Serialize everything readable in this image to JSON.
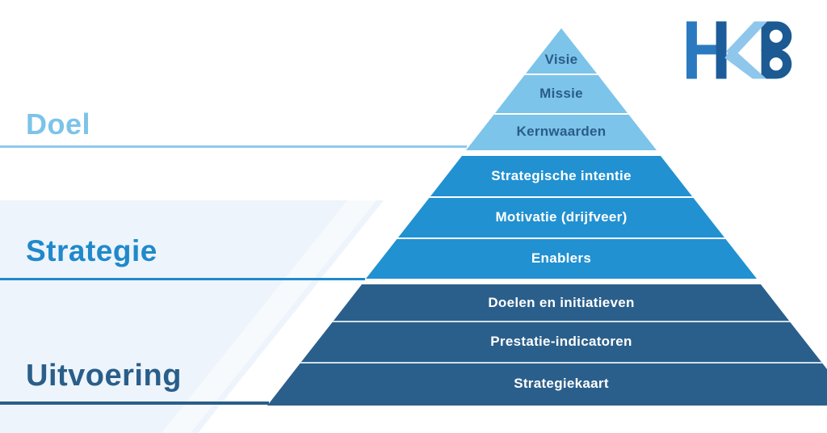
{
  "diagram": {
    "kind": "strategy-pyramid",
    "levels": [
      {
        "label": "Doel",
        "rows": [
          {
            "label": "Visie"
          },
          {
            "label": "Missie"
          },
          {
            "label": "Kernwaarden"
          }
        ]
      },
      {
        "label": "Strategie",
        "rows": [
          {
            "label": "Strategische intentie"
          },
          {
            "label": "Motivatie (drijfveer)"
          },
          {
            "label": "Enablers"
          }
        ]
      },
      {
        "label": "Uitvoering",
        "rows": [
          {
            "label": "Doelen en initiatieven"
          },
          {
            "label": "Prestatie-indicatoren"
          },
          {
            "label": "Strategiekaart"
          }
        ]
      }
    ]
  },
  "logo": {
    "text": "HKB",
    "colors": {
      "h": "#2b7ac0",
      "k_stem": "#1d5c9b",
      "k_arms": "#8fc7ec",
      "b": "#1b5a93"
    }
  },
  "palette": {
    "light_row": "#7cc4e9",
    "medium_row": "#2191d1",
    "dark_row": "#2b5f8b",
    "row_text_dark": "#2a5c88",
    "row_text_light": "#ffffff",
    "doel_label": "#7cc3ea",
    "doel_line": "#8fcaed",
    "strategie_label": "#2089cb",
    "uitvoering_label": "#2a5e8a",
    "background_band": "#edf4fb"
  }
}
